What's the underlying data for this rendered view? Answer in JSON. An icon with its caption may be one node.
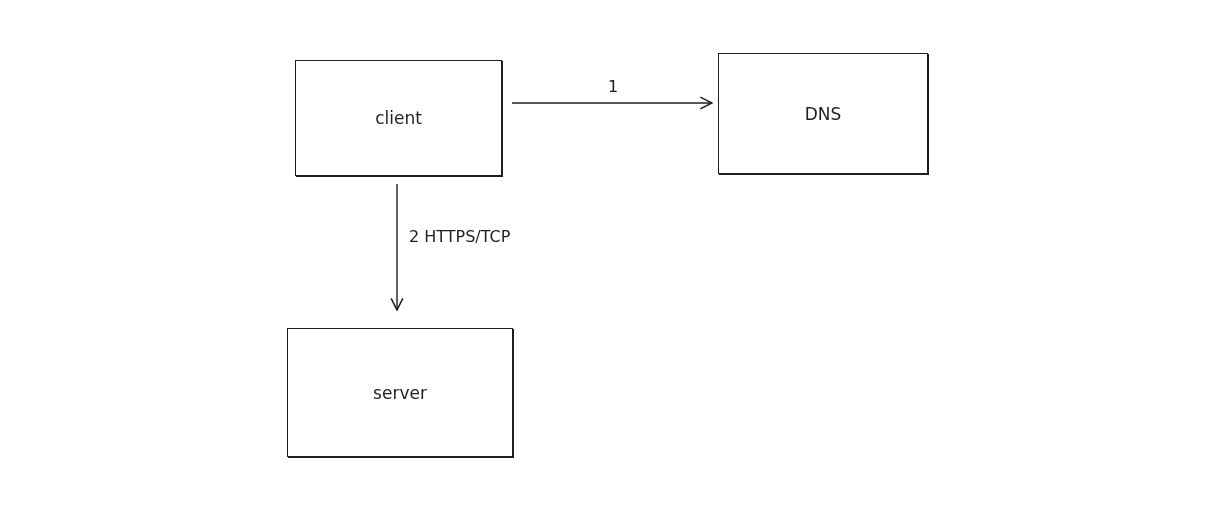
{
  "diagram": {
    "nodes": [
      {
        "text": [
          "client"
        ]
      },
      {
        "text": [
          "DNS"
        ]
      },
      {
        "text": [
          "server"
        ]
      }
    ],
    "edges": [
      {
        "from": 0,
        "to": 1,
        "arrow": "to",
        "label": "1"
      },
      {
        "from": 0,
        "to": 2,
        "arrow": "to",
        "label": "2 HTTPS/TCP"
      }
    ]
  }
}
